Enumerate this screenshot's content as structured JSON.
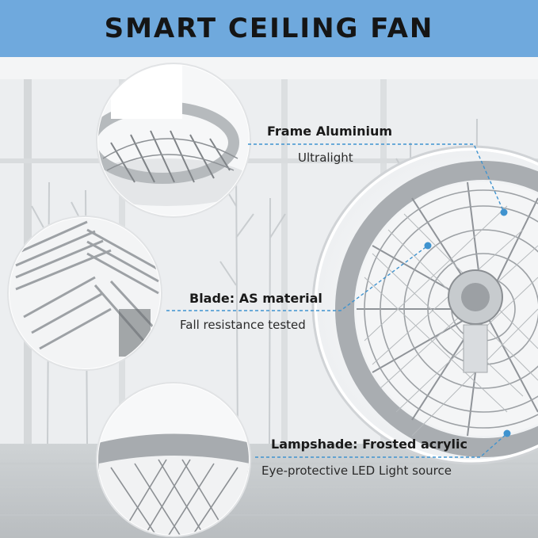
{
  "header": {
    "title": "SMART CEILING FAN"
  },
  "features": [
    {
      "title": "Frame Aluminium",
      "subtitle": "Ultralight"
    },
    {
      "title": "Blade: AS material",
      "subtitle": "Fall resistance tested"
    },
    {
      "title": "Lampshade: Frosted acrylic",
      "subtitle": "Eye-protective LED Light source"
    }
  ],
  "colors": {
    "banner": "#6fa9dd",
    "callout": "#3f93cf",
    "text": "#1a1a1a"
  }
}
